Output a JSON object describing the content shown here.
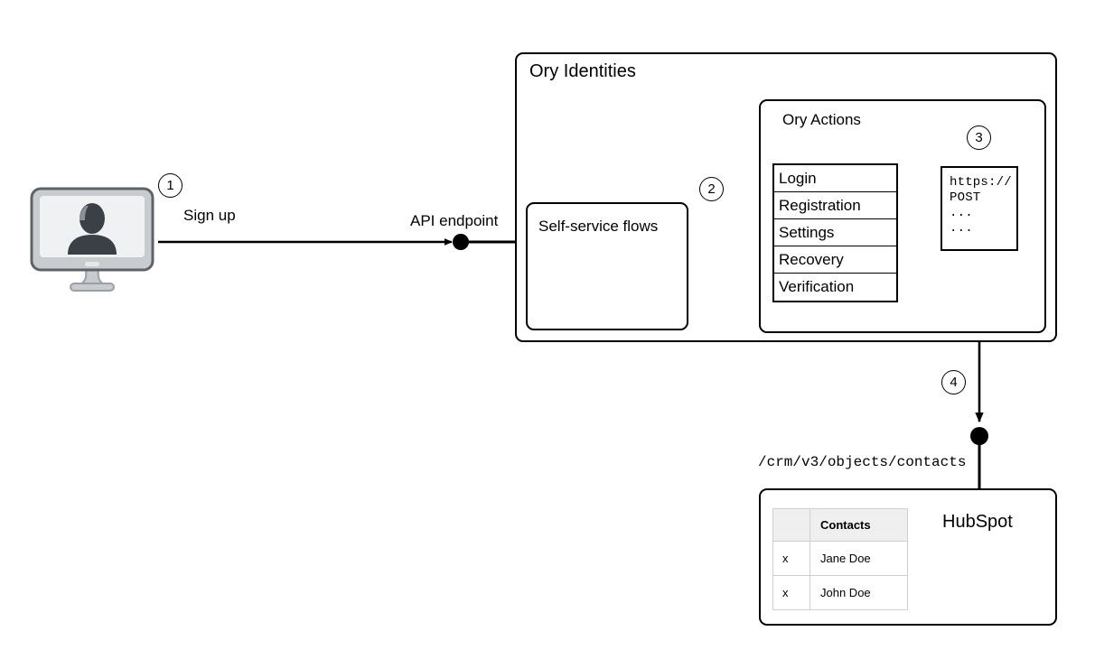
{
  "diagram": {
    "title_hidden": "",
    "actors": {
      "user_device": {
        "icon": "monitor-user-icon"
      },
      "ory_identities": {
        "label": "Ory Identities"
      },
      "ory_actions": {
        "label": "Ory Actions"
      },
      "self_service": {
        "label": "Self-service flows"
      },
      "hubspot": {
        "label": "HubSpot"
      }
    },
    "steps": [
      {
        "number": "1",
        "caption": "Sign up"
      },
      {
        "number": "2",
        "caption": ""
      },
      {
        "number": "3",
        "caption": ""
      },
      {
        "number": "4",
        "caption": ""
      }
    ],
    "edges": {
      "signup_label": "Sign up",
      "api_endpoint_label": "API endpoint",
      "crm_path_label": "/crm/v3/objects/contacts"
    },
    "flows": [
      {
        "label": "Login"
      },
      {
        "label": "Registration"
      },
      {
        "label": "Settings"
      },
      {
        "label": "Recovery"
      },
      {
        "label": "Verification"
      }
    ],
    "webhook": {
      "lines": [
        "https://",
        "POST",
        "...",
        "..."
      ],
      "line1": "https://",
      "line2": "POST",
      "line3": "...",
      "line4": "..."
    },
    "contacts_table": {
      "columns": [
        "",
        "Contacts"
      ],
      "header_blank": "",
      "header_contacts": "Contacts",
      "rows": [
        {
          "mark": "x",
          "name": "Jane Doe"
        },
        {
          "mark": "x",
          "name": "John Doe"
        }
      ]
    },
    "colors": {
      "stroke": "#000000",
      "background": "#ffffff",
      "table_header_bg": "#efefef",
      "table_border": "#cfcfcf",
      "monitor_bezel": "#c9cccf",
      "monitor_screen": "#f0f1f2",
      "monitor_avatar": "#3a4046"
    }
  }
}
